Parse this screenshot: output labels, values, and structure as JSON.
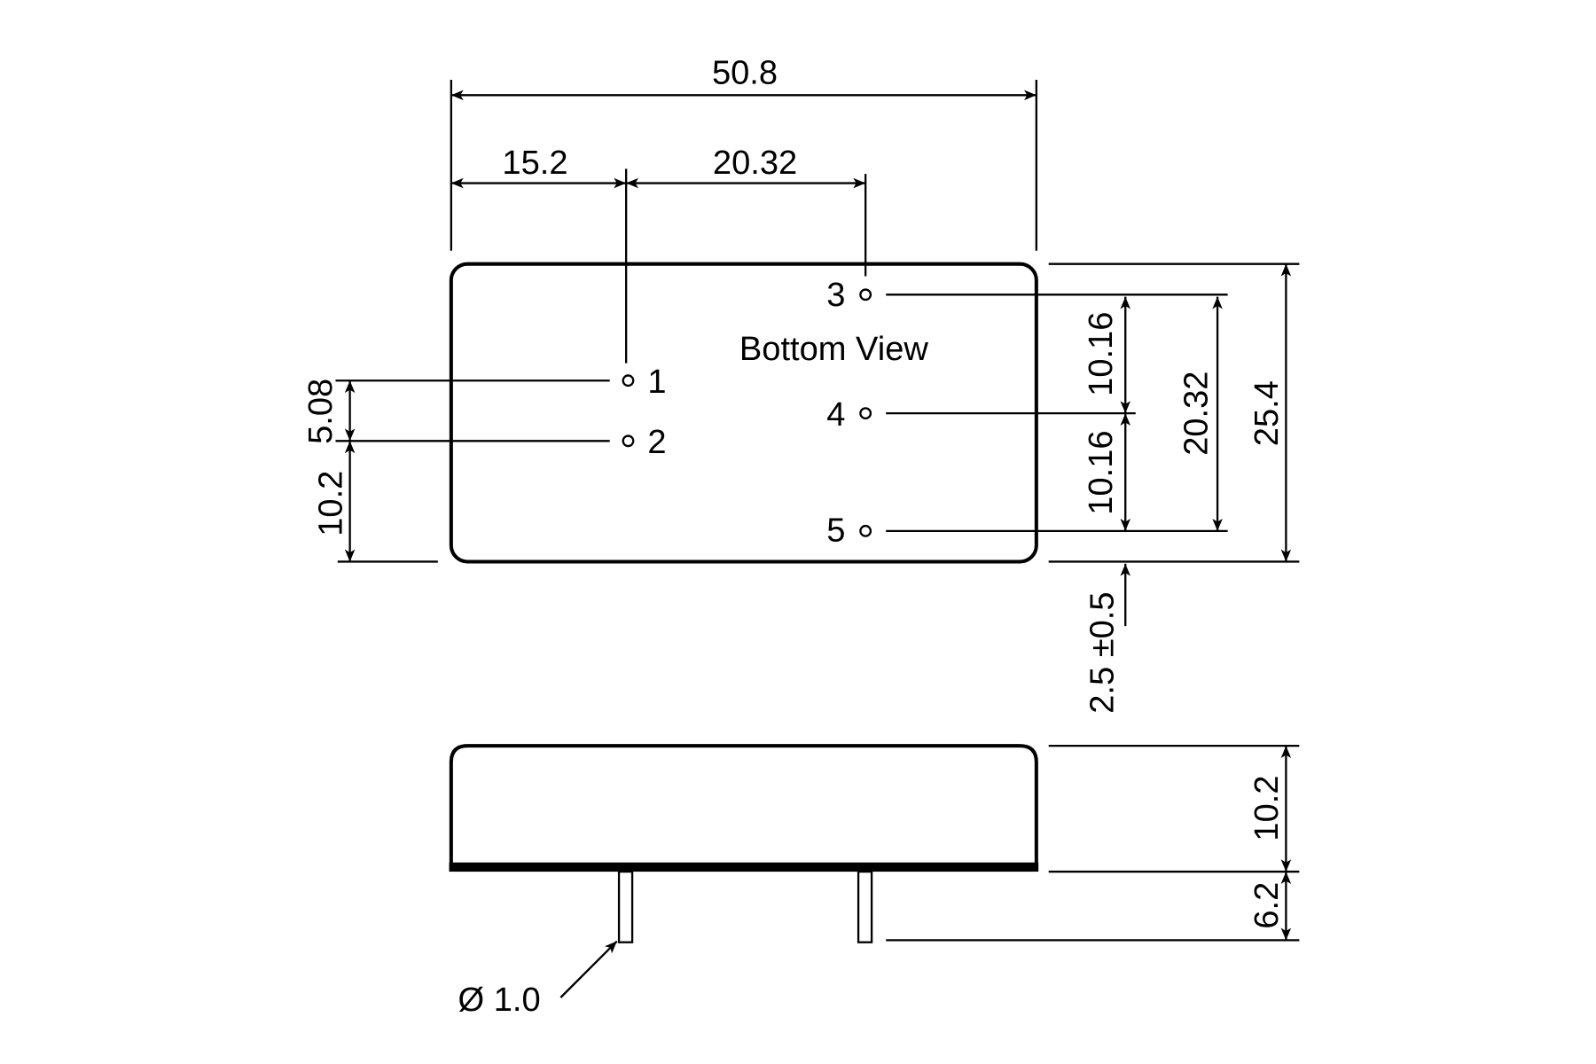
{
  "title": "Bottom View",
  "pins": [
    "1",
    "2",
    "3",
    "4",
    "5"
  ],
  "dimensions": {
    "overall_length": "50.8",
    "pin1_offset_x": "15.2",
    "pin_spacing_x": "20.32",
    "pin_spacing_12": "5.08",
    "pin2_offset_y": "10.2",
    "pin_spacing_34": "10.16",
    "pin_spacing_45": "10.16",
    "pin_spacing_35": "20.32",
    "overall_width": "25.4",
    "pin_edge_offset": "2.5 ±0.5",
    "height": "10.2",
    "pin_length": "6.2",
    "pin_diameter": "Ø 1.0"
  },
  "colors": {
    "line": "#000000",
    "background": "#ffffff"
  }
}
